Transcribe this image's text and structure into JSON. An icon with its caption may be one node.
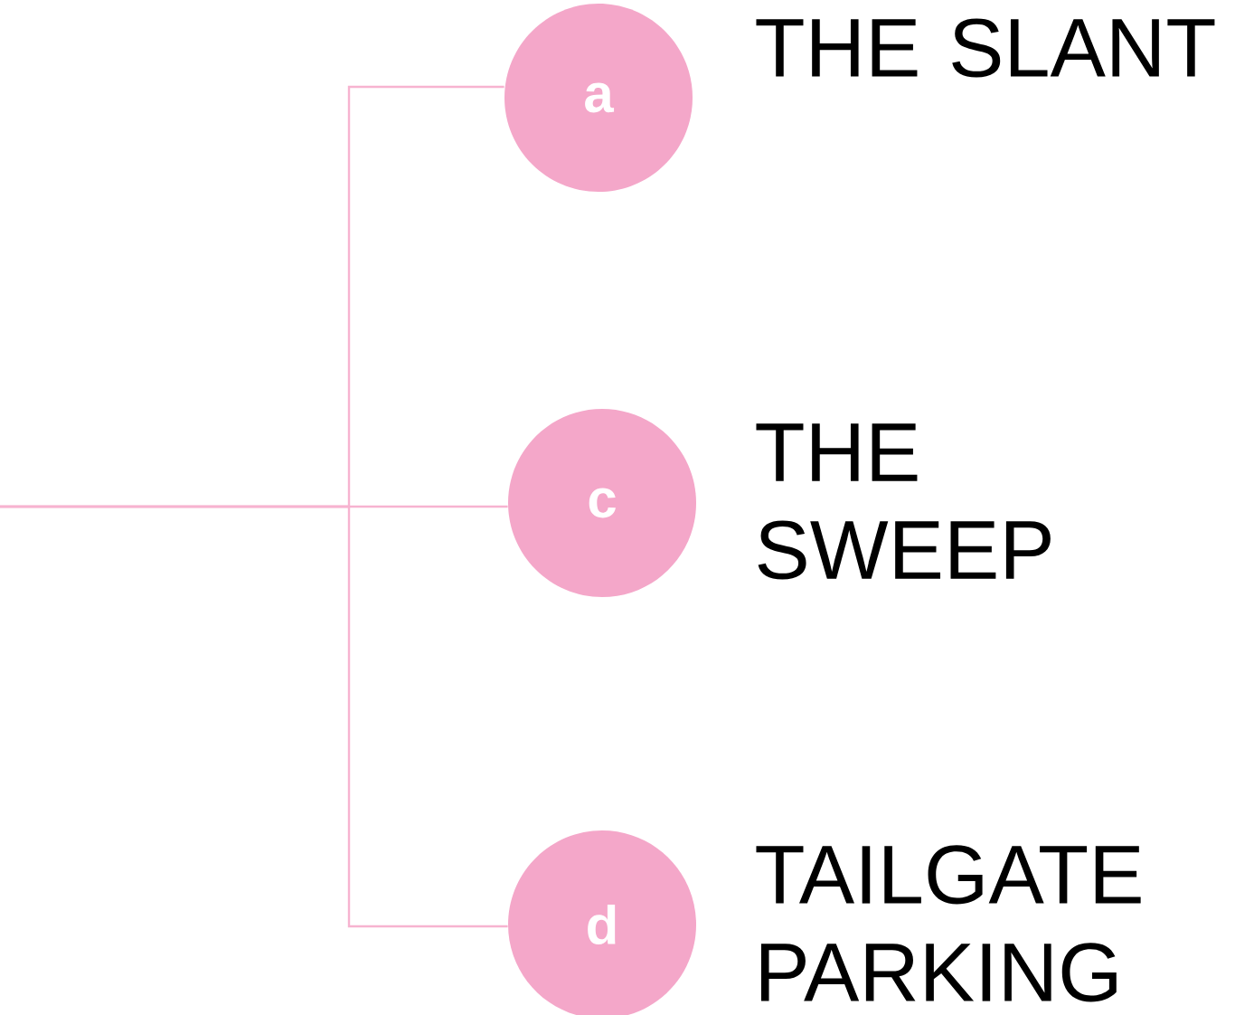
{
  "diagram": {
    "nodes": [
      {
        "text": [
          "a"
        ],
        "beside": [
          "THE SLANT"
        ]
      },
      {
        "text": [
          "c"
        ],
        "beside": [
          "THE SWEEP"
        ]
      },
      {
        "text": [
          "d"
        ],
        "beside": [
          "TAILGATE PARKING"
        ]
      }
    ],
    "edges": [
      {
        "from": null,
        "to": 0,
        "arrow": "none"
      },
      {
        "from": null,
        "to": 1,
        "arrow": "none"
      },
      {
        "from": null,
        "to": 2,
        "arrow": "none"
      }
    ]
  }
}
